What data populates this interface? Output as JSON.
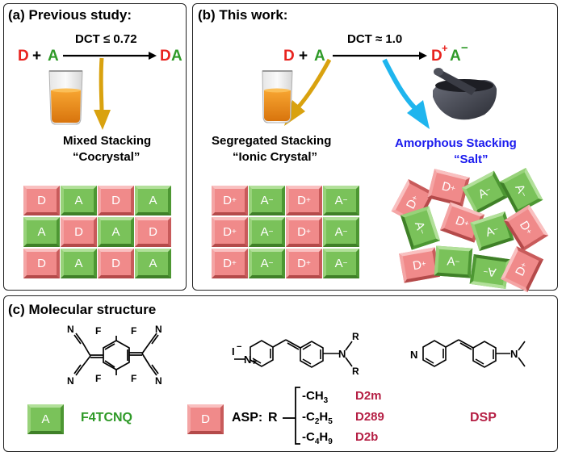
{
  "panel_a": {
    "title": "(a) Previous study:",
    "reactant_d": "D",
    "plus": "+",
    "reactant_a": "A",
    "condition": "DCT ≤ 0.72",
    "product_d": "D",
    "product_a": "A",
    "stacking_label": "Mixed Stacking",
    "stacking_name": "“Cocrystal”",
    "grid": [
      [
        "D",
        "A",
        "D",
        "A"
      ],
      [
        "A",
        "D",
        "A",
        "D"
      ],
      [
        "D",
        "A",
        "D",
        "A"
      ]
    ]
  },
  "panel_b": {
    "title": "(b) This work:",
    "reactant_d": "D",
    "plus": "+",
    "reactant_a": "A",
    "condition": "DCT ≈ 1.0",
    "product_d": "D",
    "product_d_charge": "+",
    "product_a": "A",
    "product_a_charge": "−",
    "segregated_label": "Segregated Stacking",
    "segregated_name": "“Ionic Crystal”",
    "amorphous_label": "Amorphous Stacking",
    "amorphous_name": "“Salt”",
    "segregated_grid": [
      [
        "D+",
        "A−",
        "D+",
        "A−"
      ],
      [
        "D+",
        "A−",
        "D+",
        "A−"
      ],
      [
        "D+",
        "A−",
        "D+",
        "A−"
      ]
    ],
    "amorphous_tiles": [
      "D+",
      "D+",
      "A−",
      "A−",
      "A−",
      "D+",
      "A−",
      "D+",
      "D+",
      "A−",
      "A−",
      "D+"
    ]
  },
  "panel_c": {
    "title": "(c) Molecular structure",
    "legend_a": "A",
    "acceptor_name": "F4TCNQ",
    "legend_d": "D",
    "asp_label": "ASP:",
    "r_label": "R",
    "substituents": [
      "-CH3",
      "-C2H5",
      "-C4H9"
    ],
    "substituent_names": [
      "D2m",
      "D289",
      "D2b"
    ],
    "dsp_name": "DSP",
    "f4tcnq_atoms": {
      "n": "N",
      "f": "F"
    },
    "asp_atoms": {
      "iodide": "I",
      "iodide_charge": "−",
      "pyridinium_n": "N",
      "plus": "+",
      "amine_n": "N",
      "r": "R"
    },
    "dsp_atoms": {
      "pyridine_n": "N",
      "amine_n": "N"
    }
  },
  "colors": {
    "donor": "#e8231f",
    "acceptor": "#2f9a28",
    "arrow_gold": "#d9a20f",
    "arrow_cyan": "#1fb5ee",
    "amorphous_blue": "#1a1aee",
    "names": "#b51f44"
  },
  "icons": {
    "beaker": "beaker-icon",
    "mortar": "mortar-pestle-icon"
  }
}
